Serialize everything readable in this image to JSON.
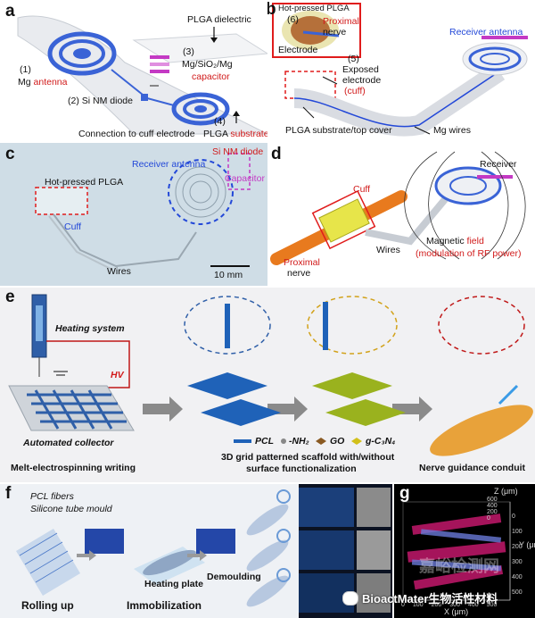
{
  "panels": {
    "a": {
      "label": "a",
      "plga_dielectric": "PLGA dielectric",
      "n1": "(1)",
      "mg": "Mg",
      "antenna": "antenna",
      "n3": "(3)",
      "mg_sio2_mg": "Mg/SiO₂/Mg",
      "capacitor": "capacitor",
      "n2": "(2)",
      "si_nm_diode": "Si NM diode",
      "connection": "Connection to cuff electrode",
      "n4": "(4)",
      "plga": "PLGA",
      "substrate": "substrate"
    },
    "b": {
      "label": "b",
      "hot_pressed": "Hot-pressed PLGA",
      "n6": "(6)",
      "proximal": "Proximal",
      "nerve": "nerve",
      "electrode": "Electrode",
      "n5": "(5)",
      "exposed": "Exposed",
      "electrode2": "electrode",
      "cuff": "(cuff)",
      "receiver_antenna": "Receiver antenna",
      "mg_wires": "Mg wires",
      "plga_sub_pre": "PLGA substrate/top cover"
    },
    "c": {
      "label": "c",
      "si_nm_diode": "Si NM diode",
      "receiver_antenna": "Receiver antenna",
      "capacitor": "Capacitor",
      "hot_pressed": "Hot-pressed PLGA",
      "cuff": "Cuff",
      "wires": "Wires",
      "scale": "10 mm"
    },
    "d": {
      "label": "d",
      "receiver": "Receiver",
      "cuff": "Cuff",
      "wires": "Wires",
      "magnetic": "Magnetic",
      "field": "field",
      "modulation": "(modulation of RF power)",
      "proximal": "Proximal",
      "nerve": "nerve"
    },
    "e": {
      "label": "e",
      "heating_system": "Heating system",
      "hv": "HV",
      "automated_collector": "Automated collector",
      "mew": "Melt-electrospinning writing",
      "grid_title_1": "3D grid patterned scaffold with/without",
      "grid_title_2": "surface functionalization",
      "conduit": "Nerve guidance conduit",
      "legend": {
        "pcl": "PCL",
        "nh2": "-NH₂",
        "go": "GO",
        "gc3n4": "g-C₃N₄"
      }
    },
    "f": {
      "label": "f",
      "pcl_fibers": "PCL fibers",
      "silicone": "Silicone tube mould",
      "rolling_up": "Rolling up",
      "heating_plate": "Heating plate",
      "immobilization": "Immobilization",
      "demoulding": "Demoulding"
    },
    "g": {
      "label": "g",
      "z_axis": "Z (μm)",
      "y_axis": "Y (μm)",
      "x_axis": "X (μm)",
      "z_ticks": [
        "600",
        "400",
        "200",
        "0"
      ],
      "y_ticks": [
        "0",
        "100",
        "200",
        "300",
        "400",
        "500"
      ],
      "x_ticks": [
        "0",
        "100",
        "200",
        "300",
        "400",
        "500"
      ]
    }
  },
  "watermark": {
    "brand": "BioactMater生物活性材料",
    "faint": "嘉峪检测网"
  },
  "colors": {
    "accent_red": "#d11a1a",
    "accent_blue": "#2348d8",
    "accent_magenta": "#c43ac4",
    "coil_blue": "#3a63d6"
  }
}
